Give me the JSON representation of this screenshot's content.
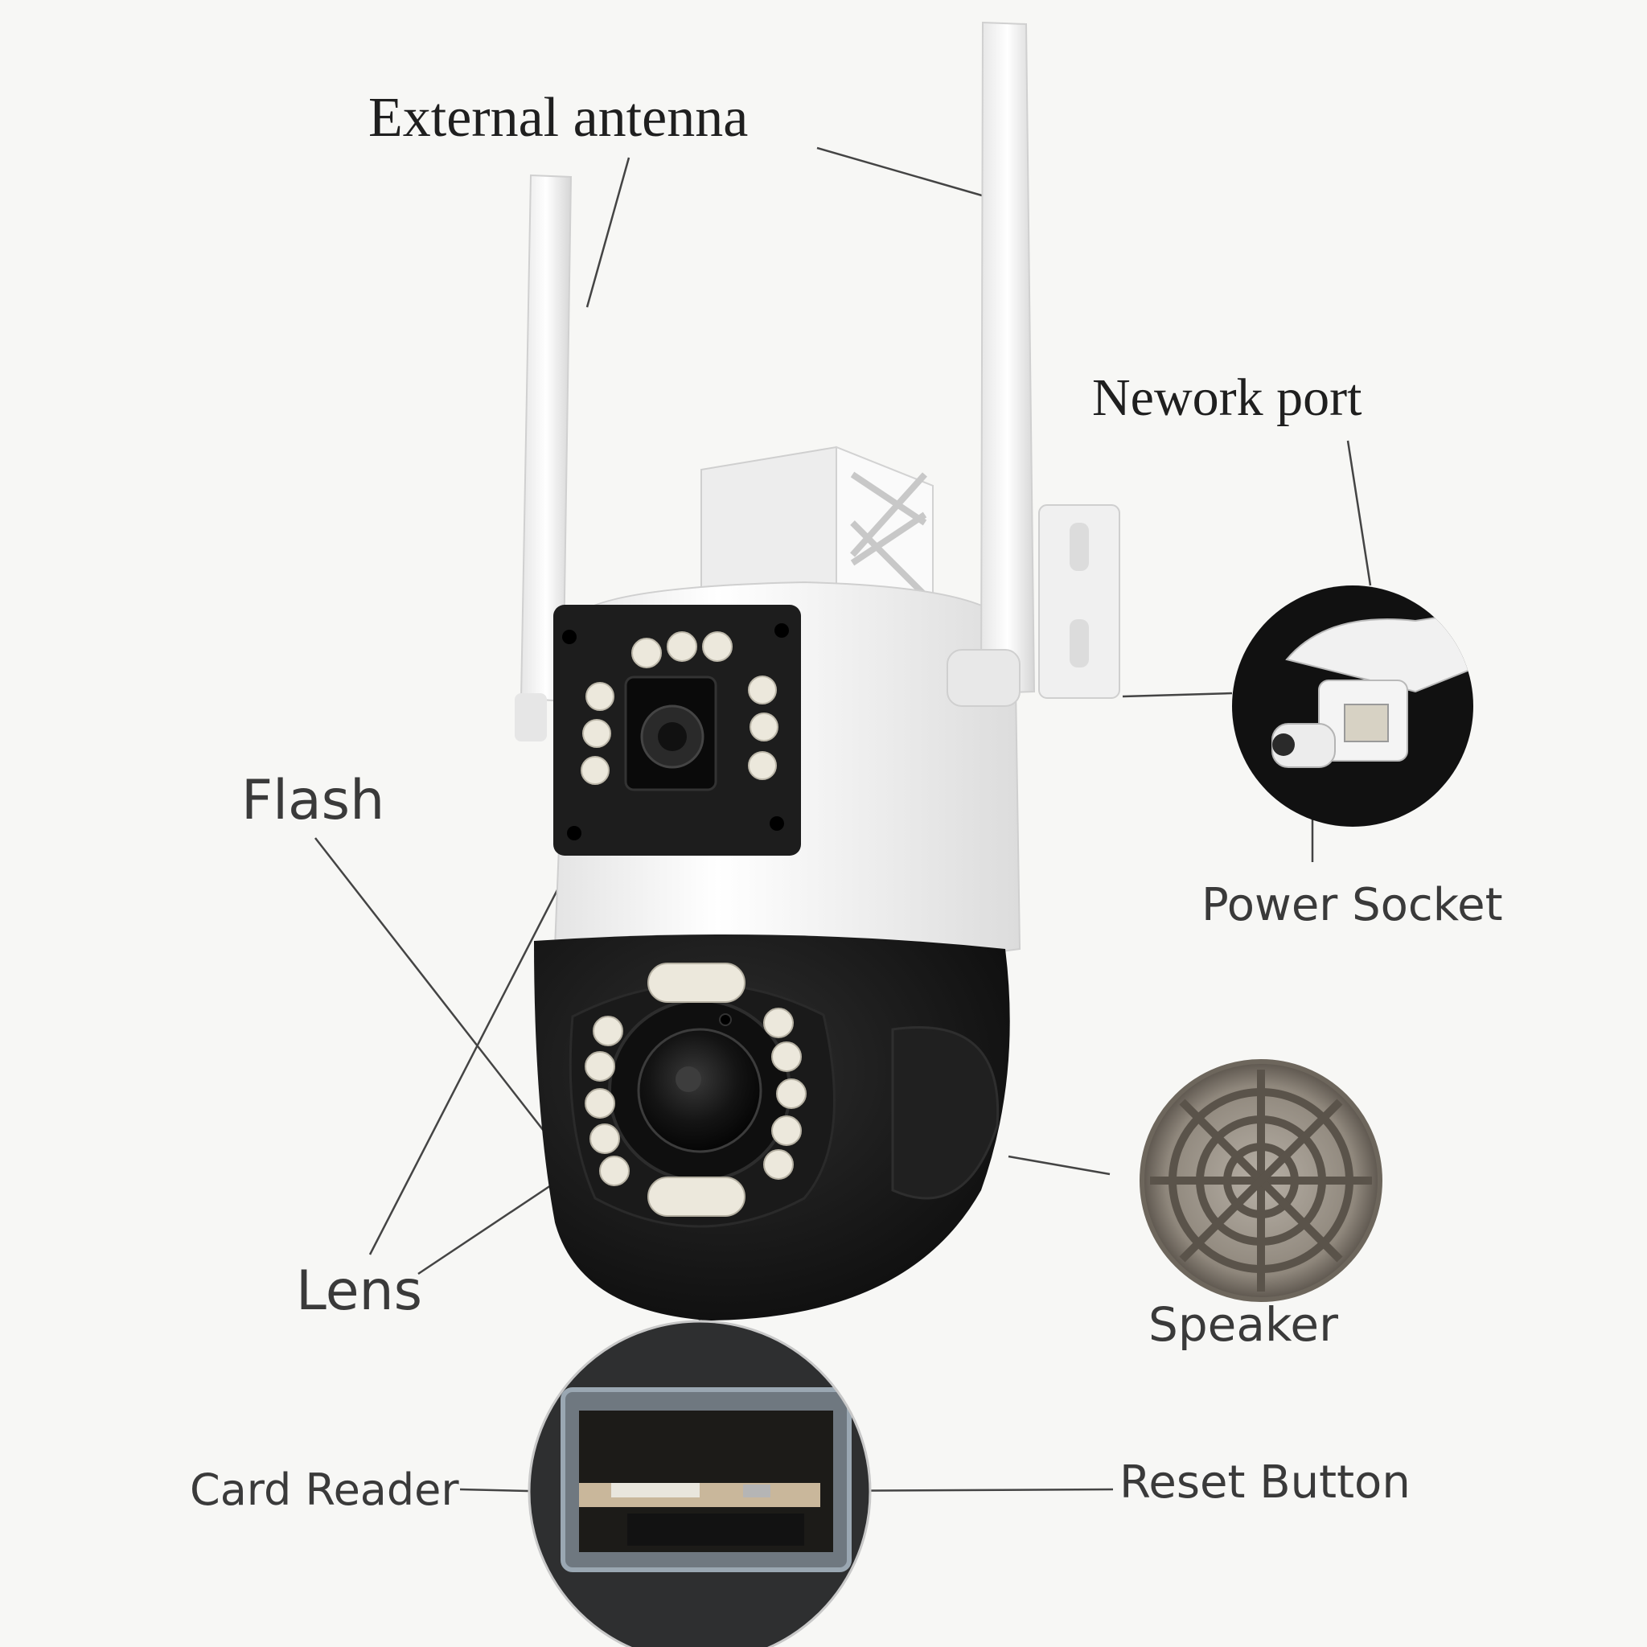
{
  "diagram": {
    "labels": {
      "external_antenna": "External antenna",
      "network_port": "Nework port",
      "power_socket": "Power Socket",
      "flash": "Flash",
      "lens": "Lens",
      "speaker": "Speaker",
      "card_reader": "Card Reader",
      "reset_button": "Reset Button"
    },
    "colors": {
      "background": "#f7f7f5",
      "housing_white": "#f2f2f2",
      "dome_black": "#161616",
      "leader_line": "#444444",
      "led_white": "#ece8dc"
    }
  }
}
